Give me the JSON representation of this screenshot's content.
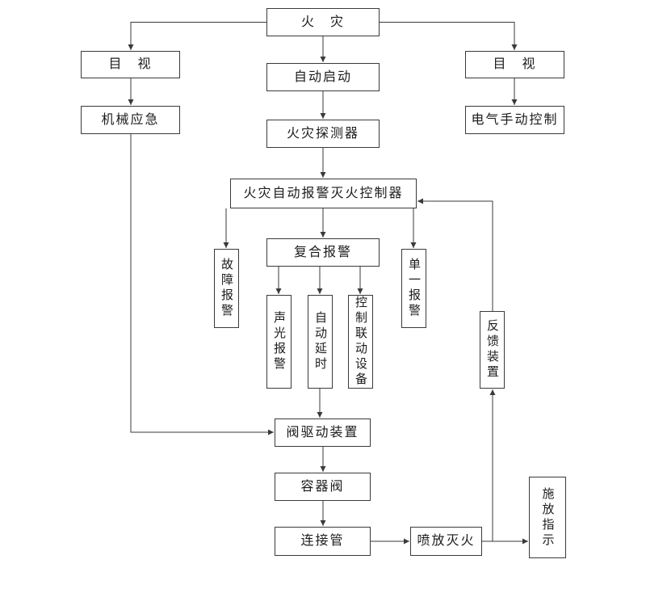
{
  "diagram": {
    "type": "flowchart",
    "language": "zh-CN",
    "colors": {
      "background": "#ffffff",
      "line": "#3a3a3a",
      "border": "#3a3a3a",
      "text": "#1c1c1c"
    }
  },
  "nodes": {
    "fire": {
      "label": "火　灾"
    },
    "visual_left": {
      "label": "目　视"
    },
    "mechanical_emergency": {
      "label": "机械应急"
    },
    "auto_start": {
      "label": "自动启动"
    },
    "fire_detector": {
      "label": "火灾探测器"
    },
    "visual_right": {
      "label": "目　视"
    },
    "electric_manual_control": {
      "label": "电气手动控制"
    },
    "controller": {
      "label": "火灾自动报警灭火控制器"
    },
    "fault_alarm": {
      "label": "故障报警"
    },
    "composite_alarm": {
      "label": "复合报警"
    },
    "single_alarm": {
      "label": "单一报警"
    },
    "sound_light_alarm": {
      "label": "声光报警"
    },
    "auto_delay": {
      "label": "自动延时"
    },
    "control_linkage_device": {
      "label": "控制联动设备"
    },
    "feedback_device": {
      "label": "反馈装置"
    },
    "valve_drive_device": {
      "label": "阀驱动装置"
    },
    "container_valve": {
      "label": "容器阀"
    },
    "connecting_pipe": {
      "label": "连接管"
    },
    "spray_extinguish": {
      "label": "喷放灭火"
    },
    "release_indicator": {
      "label": "施放指示"
    }
  },
  "edges": [
    {
      "from": "fire",
      "to": "visual_left"
    },
    {
      "from": "fire",
      "to": "auto_start"
    },
    {
      "from": "fire",
      "to": "visual_right"
    },
    {
      "from": "visual_left",
      "to": "mechanical_emergency"
    },
    {
      "from": "visual_right",
      "to": "electric_manual_control"
    },
    {
      "from": "auto_start",
      "to": "fire_detector"
    },
    {
      "from": "fire_detector",
      "to": "controller"
    },
    {
      "from": "controller",
      "to": "fault_alarm"
    },
    {
      "from": "controller",
      "to": "composite_alarm"
    },
    {
      "from": "controller",
      "to": "single_alarm"
    },
    {
      "from": "composite_alarm",
      "to": "sound_light_alarm"
    },
    {
      "from": "composite_alarm",
      "to": "auto_delay"
    },
    {
      "from": "composite_alarm",
      "to": "control_linkage_device"
    },
    {
      "from": "auto_delay",
      "to": "valve_drive_device"
    },
    {
      "from": "mechanical_emergency",
      "to": "valve_drive_device"
    },
    {
      "from": "valve_drive_device",
      "to": "container_valve"
    },
    {
      "from": "container_valve",
      "to": "connecting_pipe"
    },
    {
      "from": "connecting_pipe",
      "to": "spray_extinguish"
    },
    {
      "from": "spray_extinguish",
      "to": "release_indicator"
    },
    {
      "from": "spray_extinguish",
      "to": "feedback_device"
    },
    {
      "from": "feedback_device",
      "to": "controller"
    }
  ]
}
